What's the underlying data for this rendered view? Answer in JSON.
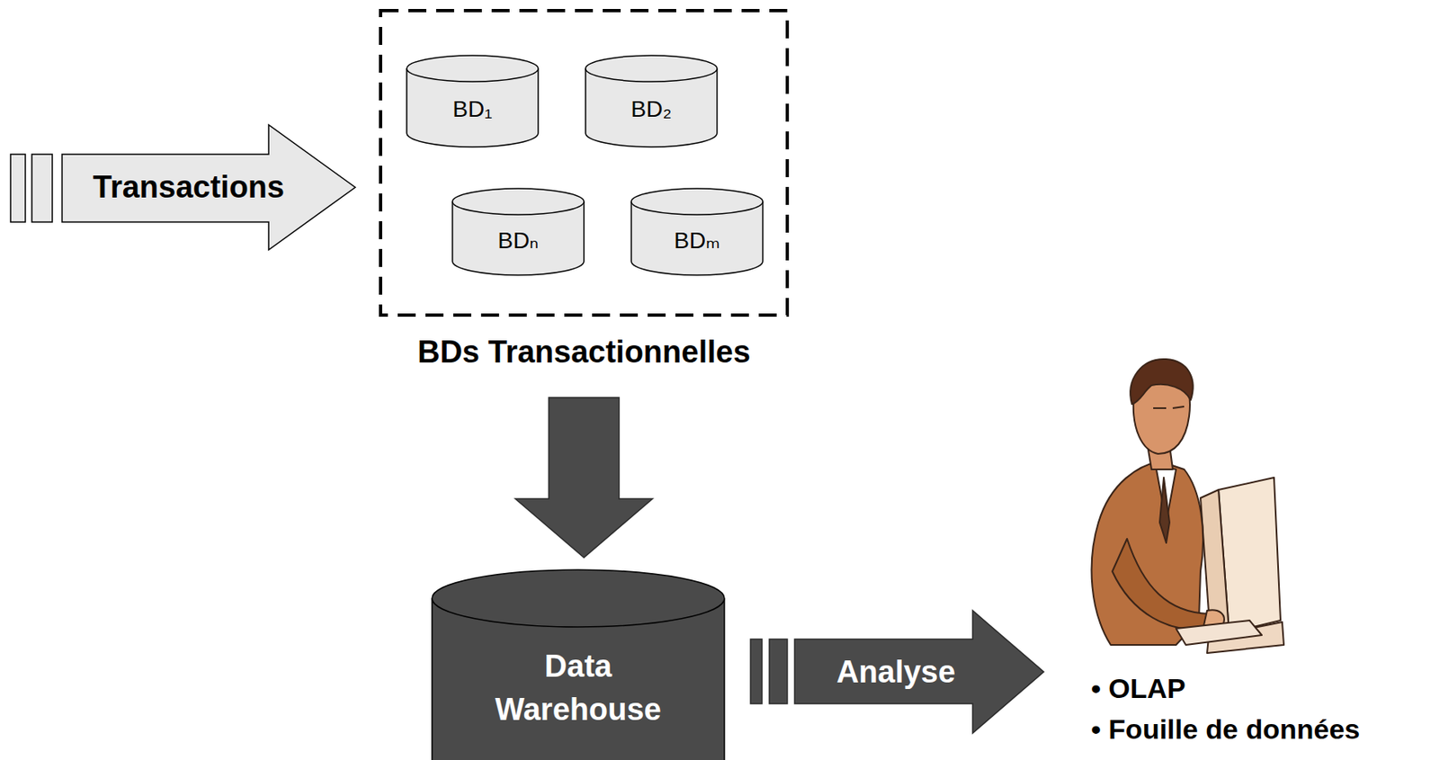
{
  "diagram": {
    "nodes": [
      {
        "text": [
          "Transactions"
        ]
      },
      {
        "text": [
          "BDs Transactionnelles"
        ]
      },
      {
        "text": [
          "BD₁"
        ],
        "in": 1
      },
      {
        "text": [
          "BD₂"
        ],
        "in": 1
      },
      {
        "text": [
          "BDₙ"
        ],
        "in": 1
      },
      {
        "text": [
          "BDₘ"
        ],
        "in": 1
      },
      {
        "text": [
          "Data Warehouse"
        ]
      },
      {
        "text": [
          "Analyse"
        ]
      }
    ],
    "edges": [
      {
        "from": 1,
        "to": 6,
        "arrow": "to"
      }
    ],
    "labels": [
      "• OLAP",
      "• Fouille de données"
    ]
  }
}
